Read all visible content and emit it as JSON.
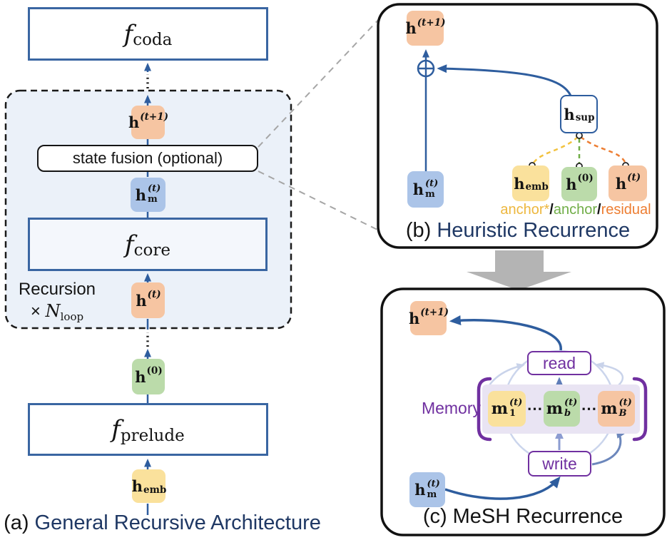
{
  "palette": {
    "accent_blue": "#2E5D9E",
    "navy_caption": "#1F3864",
    "purple": "#7030A0",
    "chip_orange": "#F6C5A2",
    "chip_yellow": "#FAE19C",
    "chip_green": "#BBDBAA",
    "chip_blue": "#ABC4E8",
    "panel_fill": "#EBF1F9",
    "memory_band": "#E9E4F3",
    "gray_arrow": "#B4B4B4",
    "legend_gold": "#EDB73E",
    "legend_green": "#70AD47",
    "legend_orange": "#ED7D31"
  },
  "symbols": {
    "h_t1": {
      "base": "h",
      "sup": "(t+1)"
    },
    "h_m": {
      "base": "h",
      "sub": "m",
      "sup": "(t)"
    },
    "h_t": {
      "base": "h",
      "sup": "(t)"
    },
    "h_0": {
      "base": "h",
      "sup": "(0)"
    },
    "h_emb": {
      "base": "h",
      "sub": "emb"
    },
    "h_sup": {
      "base": "h",
      "sub": "sup"
    },
    "m_1": {
      "base": "m",
      "sub": "1",
      "sup": "(t)"
    },
    "m_b": {
      "base": "m",
      "sub": "b",
      "sup": "(t)"
    },
    "m_B": {
      "base": "m",
      "sub": "B",
      "sup": "(t)"
    },
    "f_coda": {
      "base": "f",
      "sub": "coda"
    },
    "f_core": {
      "base": "f",
      "sub": "core"
    },
    "f_prelude": {
      "base": "f",
      "sub": "prelude"
    }
  },
  "panel_a": {
    "caption_prefix": "(a)",
    "caption_text": "General Recursive Architecture",
    "state_fusion_label": "state fusion (optional)",
    "recursion_line1": "Recursion",
    "recursion_times": "×",
    "recursion_symbol": "N",
    "recursion_symbol_sub": "loop"
  },
  "panel_b": {
    "caption_prefix": "(b)",
    "caption_text": "Heuristic Recurrence",
    "legend": {
      "anchor_star": "anchor*",
      "slash": "/",
      "anchor": "anchor",
      "residual": "residual"
    }
  },
  "panel_c": {
    "caption_prefix": "(c)",
    "caption_text": "MeSH Recurrence",
    "read_label": "read",
    "write_label": "write",
    "memory_label": "Memory",
    "ellipsis": "⋯"
  }
}
